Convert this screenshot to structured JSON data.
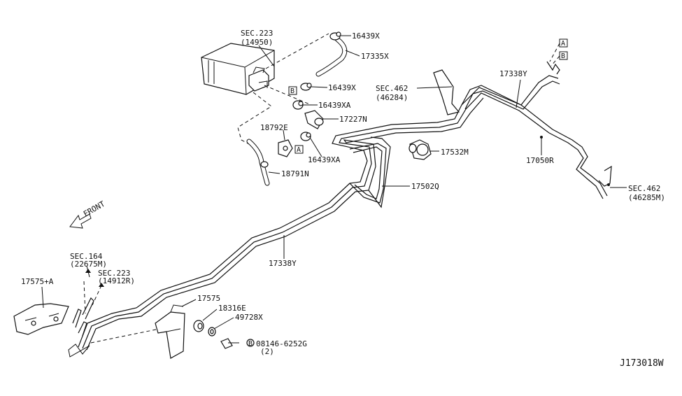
{
  "labels": {
    "sec223_top": "SEC.223",
    "sec223_top_sub": "(14950)",
    "p16439x_1": "16439X",
    "p17335x": "17335X",
    "p16439x_2": "16439X",
    "p16439xa_1": "16439XA",
    "p17227n": "17227N",
    "p18792e": "18792E",
    "p16439xa_2": "16439XA",
    "p18791n": "18791N",
    "sec462_a": "SEC.462",
    "sec462_a_sub": "(46284)",
    "p17338y_top": "17338Y",
    "p17532m": "17532M",
    "p17050r": "17050R",
    "sec462_b": "SEC.462",
    "sec462_b_sub": "(46285M)",
    "p17502q": "17502Q",
    "p17338y_mid": "17338Y",
    "front": "FRONT",
    "sec164": "SEC.164",
    "sec164_sub": "(22675M)",
    "sec223_bot": "SEC.223",
    "sec223_bot_sub": "(14912R)",
    "p17575a": "17575+A",
    "p17575": "17575",
    "p18316e": "18316E",
    "p49728x": "49728X",
    "bolt_code": "08146-6252G",
    "bolt_qty": "(2)",
    "bolt_b": "B",
    "ref_a1": "A",
    "ref_b1": "B",
    "ref_b2": "B",
    "ref_a2": "A",
    "diagram_id": "J173018W"
  }
}
